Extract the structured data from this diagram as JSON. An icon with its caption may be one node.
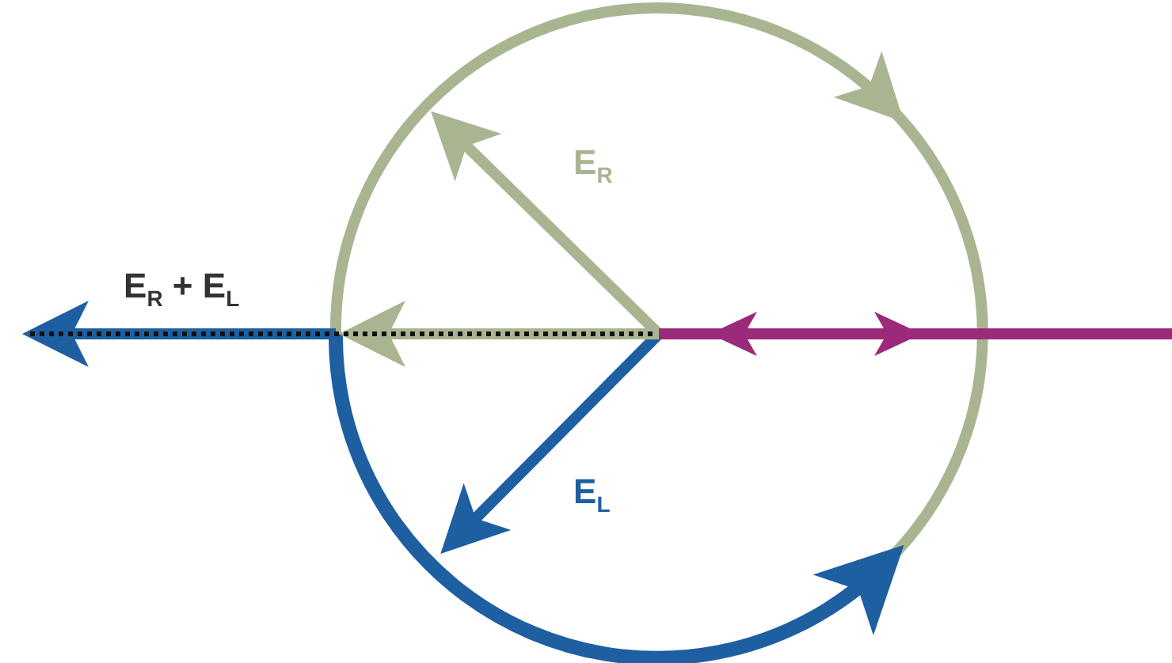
{
  "diagram": {
    "labels": [
      "E$_{R}$",
      "E$_{R}$ + E$_{L}$",
      "E$_{L}$"
    ]
  }
}
